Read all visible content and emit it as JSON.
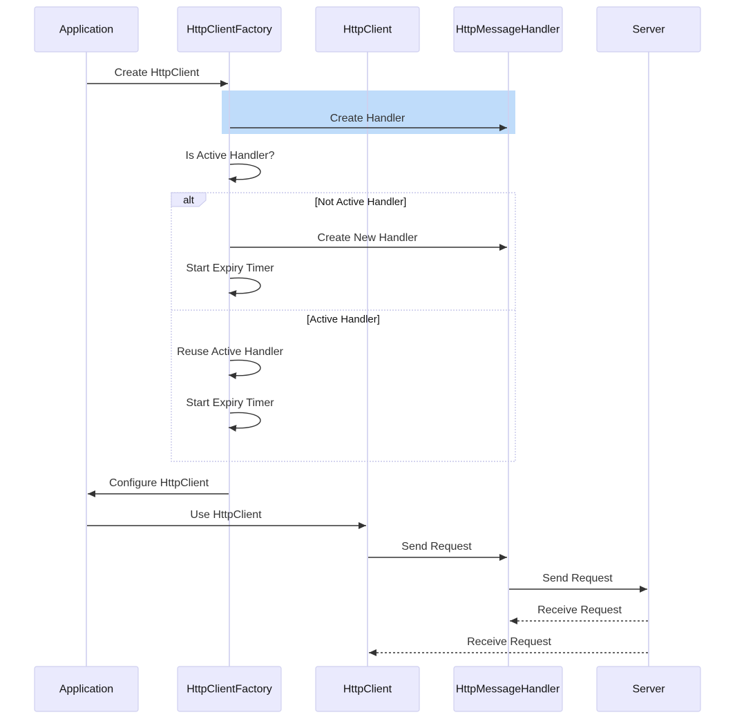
{
  "participants": [
    {
      "id": "app",
      "label": "Application"
    },
    {
      "id": "factory",
      "label": "HttpClientFactory"
    },
    {
      "id": "client",
      "label": "HttpClient"
    },
    {
      "id": "handler",
      "label": "HttpMessageHandler"
    },
    {
      "id": "server",
      "label": "Server"
    }
  ],
  "messages": [
    {
      "from": "app",
      "to": "factory",
      "label": "Create HttpClient",
      "style": "solid"
    },
    {
      "from": "factory",
      "to": "handler",
      "label": "Create Handler",
      "style": "solid",
      "highlighted": true
    },
    {
      "from": "factory",
      "to": "factory",
      "label": "Is Active Handler?",
      "style": "solid"
    },
    {
      "from": "factory",
      "to": "handler",
      "label": "Create New Handler",
      "style": "solid"
    },
    {
      "from": "factory",
      "to": "factory",
      "label": "Start Expiry Timer",
      "style": "solid"
    },
    {
      "from": "factory",
      "to": "factory",
      "label": "Reuse Active Handler",
      "style": "solid"
    },
    {
      "from": "factory",
      "to": "factory",
      "label": "Start Expiry Timer",
      "style": "solid"
    },
    {
      "from": "factory",
      "to": "app",
      "label": "Configure HttpClient",
      "style": "solid"
    },
    {
      "from": "app",
      "to": "client",
      "label": "Use HttpClient",
      "style": "solid"
    },
    {
      "from": "client",
      "to": "handler",
      "label": "Send Request",
      "style": "solid"
    },
    {
      "from": "handler",
      "to": "server",
      "label": "Send Request",
      "style": "solid"
    },
    {
      "from": "server",
      "to": "handler",
      "label": "Receive Request",
      "style": "dashed"
    },
    {
      "from": "server",
      "to": "client",
      "label": "Receive Request",
      "style": "dashed"
    }
  ],
  "alt_block": {
    "kind": "alt",
    "sections": [
      {
        "condition": "[Not Active Handler]"
      },
      {
        "condition": "[Active Handler]"
      }
    ]
  },
  "colors": {
    "actor_fill": "#eaeafd",
    "actor_border": "#cfcfef",
    "lifeline": "#cfcfef",
    "highlight": "#bfdcfa",
    "arrow": "#333333"
  }
}
